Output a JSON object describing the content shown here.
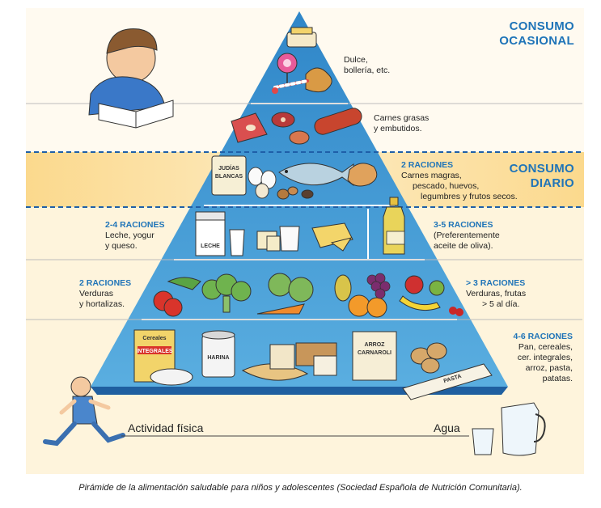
{
  "header": {
    "consumo_ocasional": [
      "CONSUMO",
      "OCASIONAL"
    ],
    "consumo_diario": [
      "CONSUMO",
      "DIARIO"
    ]
  },
  "tiers": {
    "dulces": {
      "lines": [
        "Dulce,",
        "bollería, etc."
      ]
    },
    "carnes_grasas": {
      "lines": [
        "Carnes grasas",
        "y embutidos."
      ]
    },
    "proteinas": {
      "raciones": "2 RACIONES",
      "lines": [
        "Carnes magras,",
        "pescado, huevos,",
        "legumbres y frutos secos."
      ]
    },
    "lacteos": {
      "raciones": "2-4 RACIONES",
      "lines": [
        "Leche, yogur",
        "y queso."
      ]
    },
    "aceite": {
      "raciones": "3-5 RACIONES",
      "lines": [
        "(Preferentemente",
        "aceite de oliva)."
      ]
    },
    "verduras": {
      "raciones": "2 RACIONES",
      "lines": [
        "Verduras",
        "y hortalizas."
      ]
    },
    "frutas": {
      "raciones": "> 3 RACIONES",
      "lines": [
        "Verduras, frutas",
        "> 5 al día."
      ]
    },
    "cereales": {
      "raciones": "4-6 RACIONES",
      "lines": [
        "Pan, cereales,",
        "cer. integrales,",
        "arroz, pasta,",
        "patatas."
      ]
    }
  },
  "package_labels": {
    "judias": [
      "JUDÍAS",
      "BLANCAS"
    ],
    "leche": "LECHE",
    "cereales": [
      "Cereales",
      "INTEGRALES"
    ],
    "harina": "HARINA",
    "arroz": [
      "ARROZ",
      "CARNAROLI"
    ],
    "pasta": "PASTA"
  },
  "footer": {
    "actividad": "Actividad física",
    "agua": "Agua"
  },
  "caption": "Pirámide de la alimentación saludable para niños y adolescentes (Sociedad Española de Nutrición Comunitaria).",
  "colors": {
    "pyramid_top": "#2f86c8",
    "pyramid_bottom": "#4fa6dc",
    "band_ocasional": "#fff7e0",
    "band_diario": "#fde7b4",
    "band_lower": "#fef3d6",
    "dashed": "#1f5fa8",
    "accent_text": "#1f74b8"
  }
}
